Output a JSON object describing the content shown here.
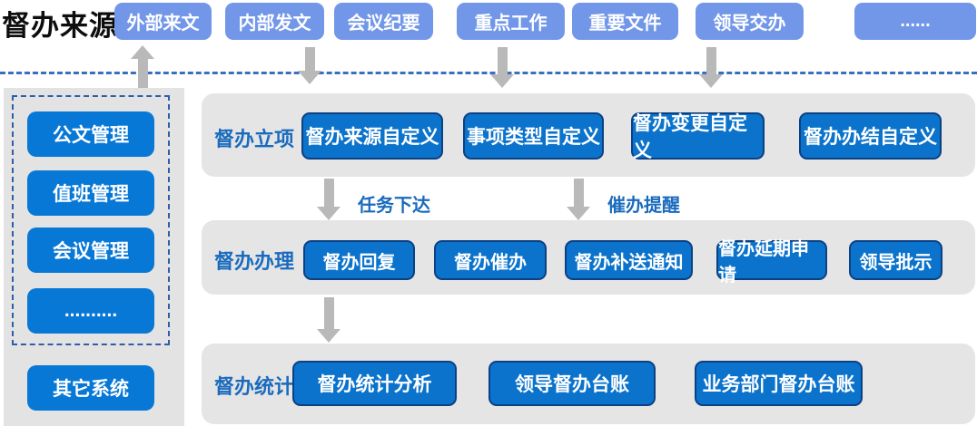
{
  "title": "督办来源",
  "top_sources": [
    "外部来文",
    "内部发文",
    "会议纪要",
    "重点工作",
    "重要文件",
    "领导交办",
    "......"
  ],
  "sidebar": {
    "systems": [
      "公文管理",
      "值班管理",
      "会议管理",
      ".........."
    ],
    "other_system": "其它系统"
  },
  "flow": {
    "task_dispatch": "任务下达",
    "urge_remind": "催办提醒"
  },
  "sections": [
    {
      "label": "督办立项",
      "buttons": [
        "督办来源自定义",
        "事项类型自定义",
        "督办变更自定义",
        "督办办结自定义"
      ]
    },
    {
      "label": "督办办理",
      "buttons": [
        "督办回复",
        "督办催办",
        "督办补送通知",
        "督办延期申请",
        "领导批示"
      ]
    },
    {
      "label": "督办统计",
      "buttons": [
        "督办统计分析",
        "领导督办台账",
        "业务部门督办台账"
      ]
    }
  ],
  "colors": {
    "source_button": "#7397e8",
    "solid_button": "#0878d6",
    "dark_button_fill": "#0b73cb",
    "dark_button_border": "#0b4183",
    "panel_gray": "#e6e5e5",
    "label_blue": "#1a6bbd",
    "arrow_gray": "#b9b9b9",
    "dashed_line_blue": "#3a6fc0"
  }
}
